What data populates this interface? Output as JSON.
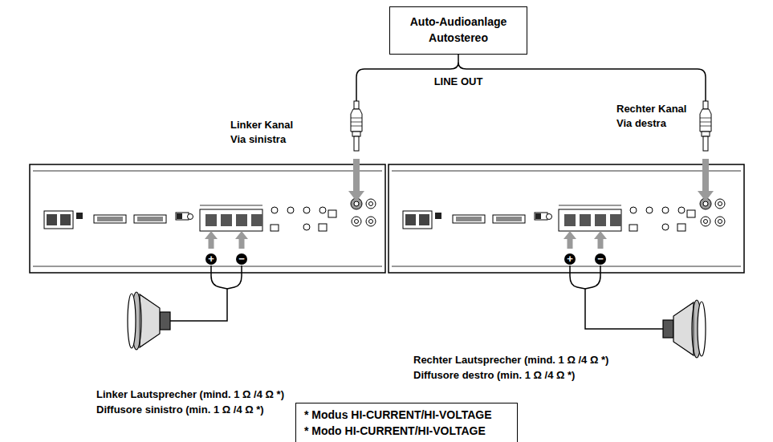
{
  "diagram": {
    "nodes": [
      {
        "text": [
          "Auto-Audioanlage",
          "Autostereo"
        ]
      },
      {
        "text": [
          "* Modus HI-CURRENT/HI-VOLTAGE",
          "* Modo HI-CURRENT/HI-VOLTAGE"
        ]
      }
    ],
    "labels": [
      "LINE OUT",
      "Linker Kanal",
      "Via sinistra",
      "Rechter Kanal",
      "Via destra",
      "+",
      "−",
      "+",
      "−",
      "Rechter Lautsprecher (mind. 1 Ω /4 Ω *)",
      "Diffusore destro (min. 1 Ω /4 Ω *)",
      "Linker Lautsprecher (mind. 1 Ω /4 Ω *)",
      "Diffusore sinistro (min. 1 Ω /4 Ω *)"
    ]
  }
}
